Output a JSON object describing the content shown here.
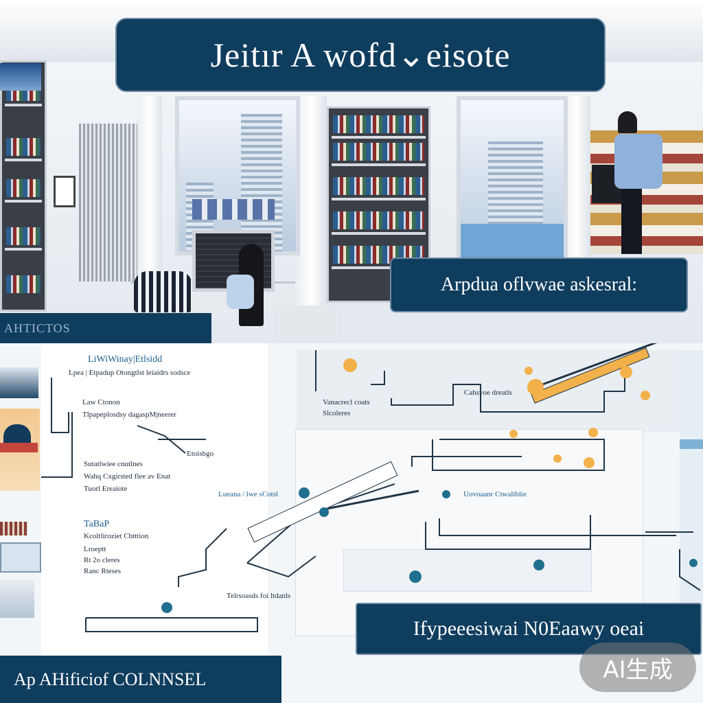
{
  "title_banner": {
    "text": "Jeitır A wofd⌄eisote"
  },
  "sub_banner": {
    "text": "Arpdua oflvwae askesral:"
  },
  "left_tag": {
    "text": "AHTICTOS"
  },
  "left_panel": {
    "heading": "LiWiWinay|Etlsidd",
    "line1": "Lpea | Etpadup Otongtlst leiaidrs sodsce",
    "block2_title": "Law Ctonon",
    "block2_line": "Tlpapeplosdsy dagaspM|neerer",
    "block2_tag": "Etoisbgo",
    "block3_line1": "Sutatlwiee cnutlnes",
    "block3_line2": "Wahq Cxgirsted flee av Enat",
    "block3_line3": "Tuorl Ereaiote",
    "block4_title": "TaBaP",
    "block4_line1": "Kcoltliroziet Cbtttion",
    "block4_line2": "Lroeptt",
    "block4_line3": "Rt 2o cleres",
    "block4_line4": "Ranc Rteses"
  },
  "diagram": {
    "mid_label_1": "Lueana / lwe sCotsl",
    "mid_label_2": "Uovoaanr  Ctwaliblie",
    "mid_label_3": "Vanacrecl coats",
    "mid_label_4": "Slcoleres",
    "mid_label_5": "Cahsvoe dreatls",
    "low_label": "Telrsoasds foi ltdanls"
  },
  "bottom_right_banner": {
    "text": "Ifypeeesiwai N0Eaawy oeai"
  },
  "bottom_left_banner": {
    "text": "Ap AHificiof COLNNSEL"
  },
  "ai_badge": {
    "text": "AI生成"
  },
  "colors": {
    "banner": "#0f3d5e",
    "accent": "#f2b14a",
    "line": "#1f3446"
  }
}
